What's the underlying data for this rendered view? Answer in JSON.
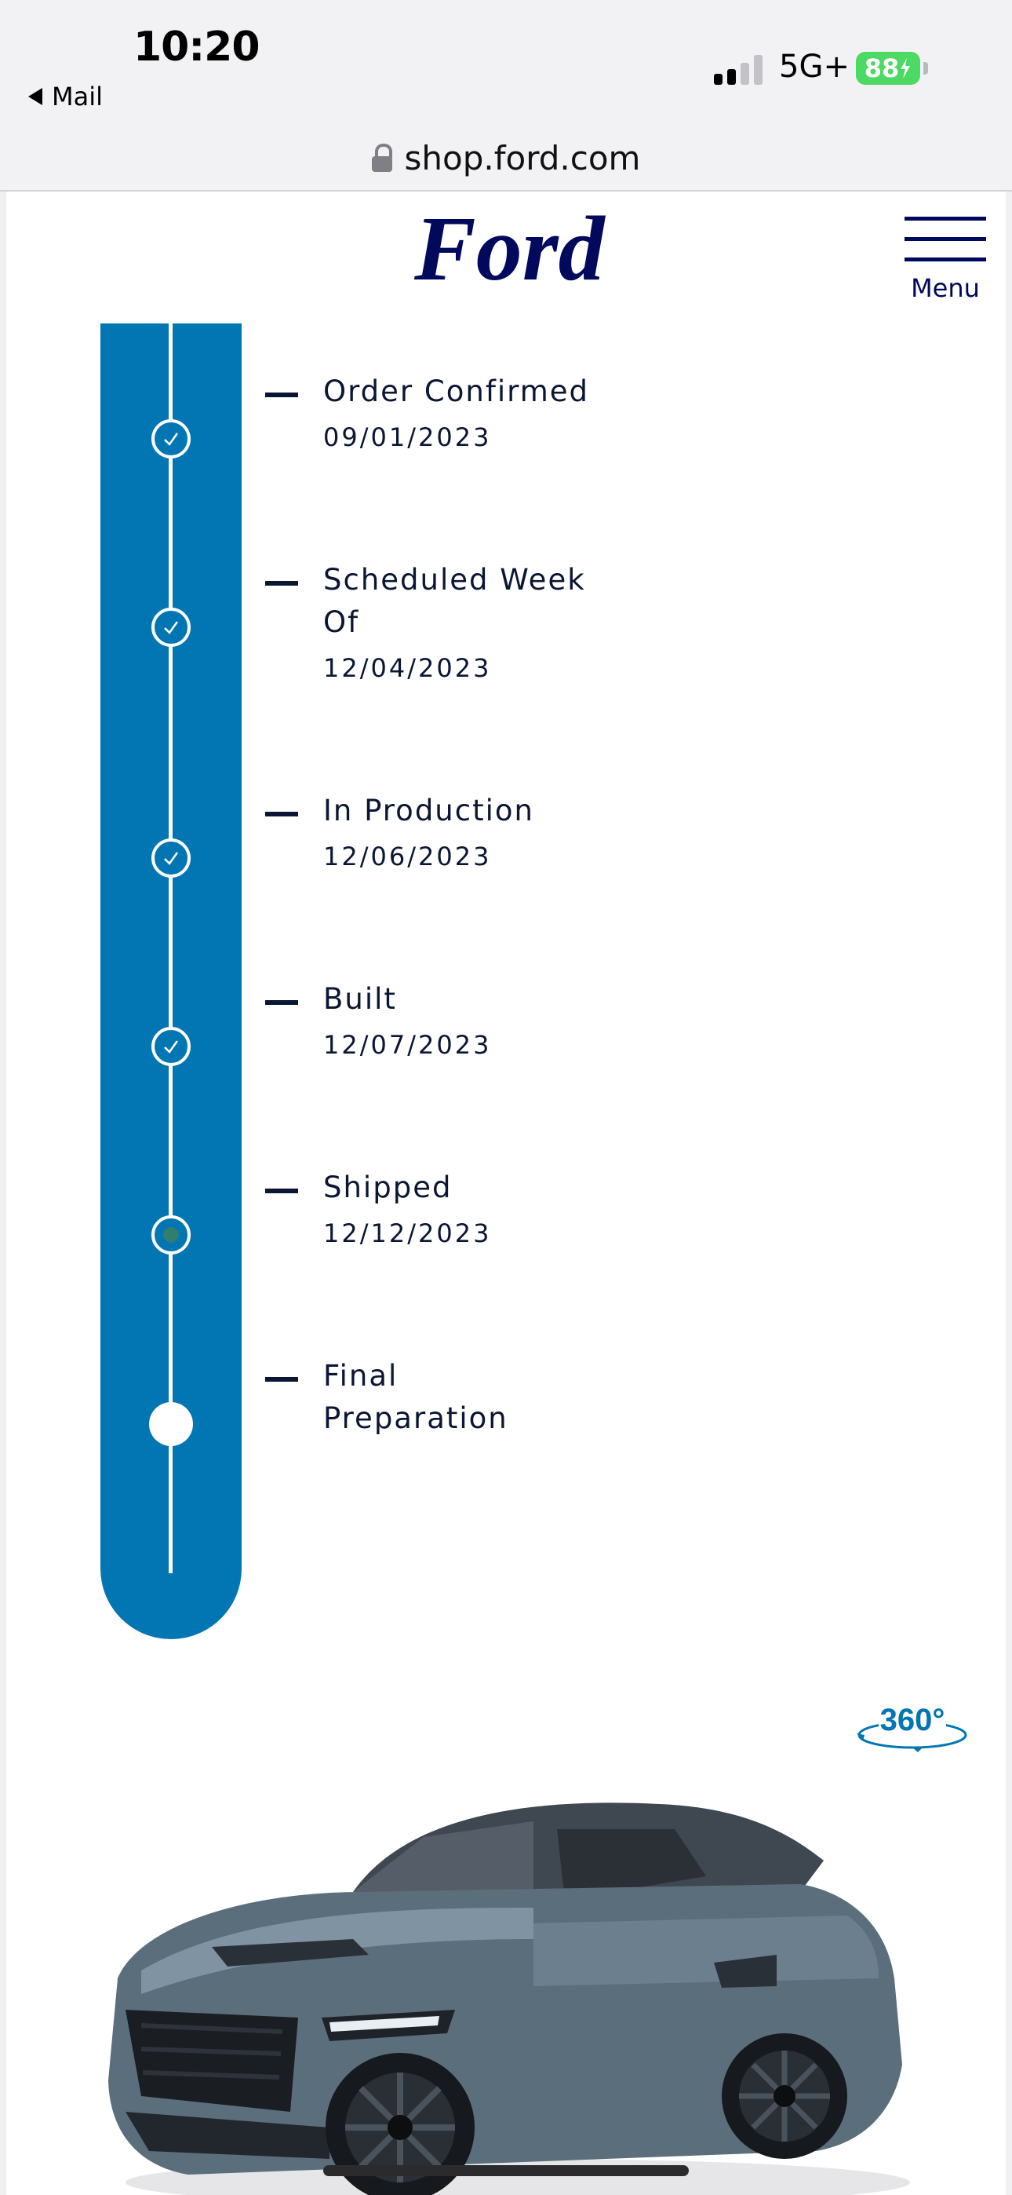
{
  "status_bar": {
    "time": "10:20",
    "back_app": "Mail",
    "network": "5G+",
    "battery": "88"
  },
  "browser": {
    "url": "shop.ford.com"
  },
  "header": {
    "logo": "Ford",
    "menu_label": "Menu"
  },
  "timeline": {
    "steps": [
      {
        "title": "Order Confirmed",
        "date": "09/01/2023",
        "status": "complete"
      },
      {
        "title": "Scheduled Week Of",
        "date": "12/04/2023",
        "status": "complete"
      },
      {
        "title": "In Production",
        "date": "12/06/2023",
        "status": "complete"
      },
      {
        "title": "Built",
        "date": "12/07/2023",
        "status": "complete"
      },
      {
        "title": "Shipped",
        "date": "12/12/2023",
        "status": "current"
      },
      {
        "title": "Final Preparation",
        "date": "",
        "status": "upcoming"
      }
    ]
  },
  "viewer": {
    "label_360": "360°"
  },
  "colors": {
    "ford_blue": "#00095b",
    "rail_blue": "#0276b3",
    "text": "#0a1633",
    "battery_green": "#4cd964"
  },
  "icons": {
    "complete": "check-circle-icon",
    "current": "dot-circle-icon",
    "upcoming": "filled-circle-icon",
    "rotate": "rotate-360-icon"
  }
}
